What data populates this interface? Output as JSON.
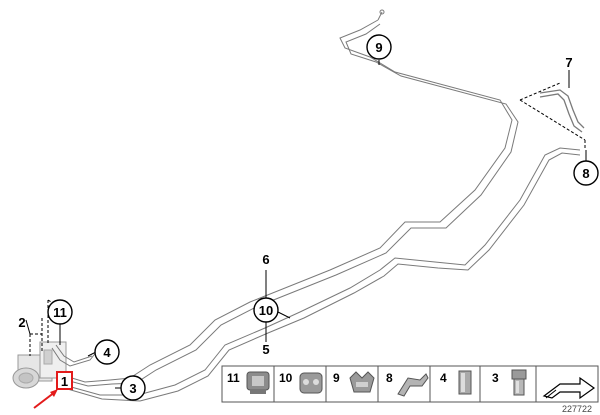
{
  "callouts": {
    "c1": "1",
    "c2": "2",
    "c3": "3",
    "c4": "4",
    "c5": "5",
    "c6": "6",
    "c7": "7",
    "c8": "8",
    "c9": "9",
    "c10": "10",
    "c11": "11"
  },
  "parts_strip": {
    "items": [
      {
        "label": "11",
        "icon": "clip-11-icon"
      },
      {
        "label": "10",
        "icon": "clip-10-icon"
      },
      {
        "label": "9",
        "icon": "clip-9-icon"
      },
      {
        "label": "8",
        "icon": "bracket-8-icon"
      },
      {
        "label": "4",
        "icon": "nut-4-icon"
      },
      {
        "label": "3",
        "icon": "nut-3-icon"
      }
    ]
  },
  "reference_number": "227722",
  "colors": {
    "line": "#777777",
    "callout_border": "#000000",
    "highlight": "#e31b1b",
    "strip_border": "#555555"
  }
}
